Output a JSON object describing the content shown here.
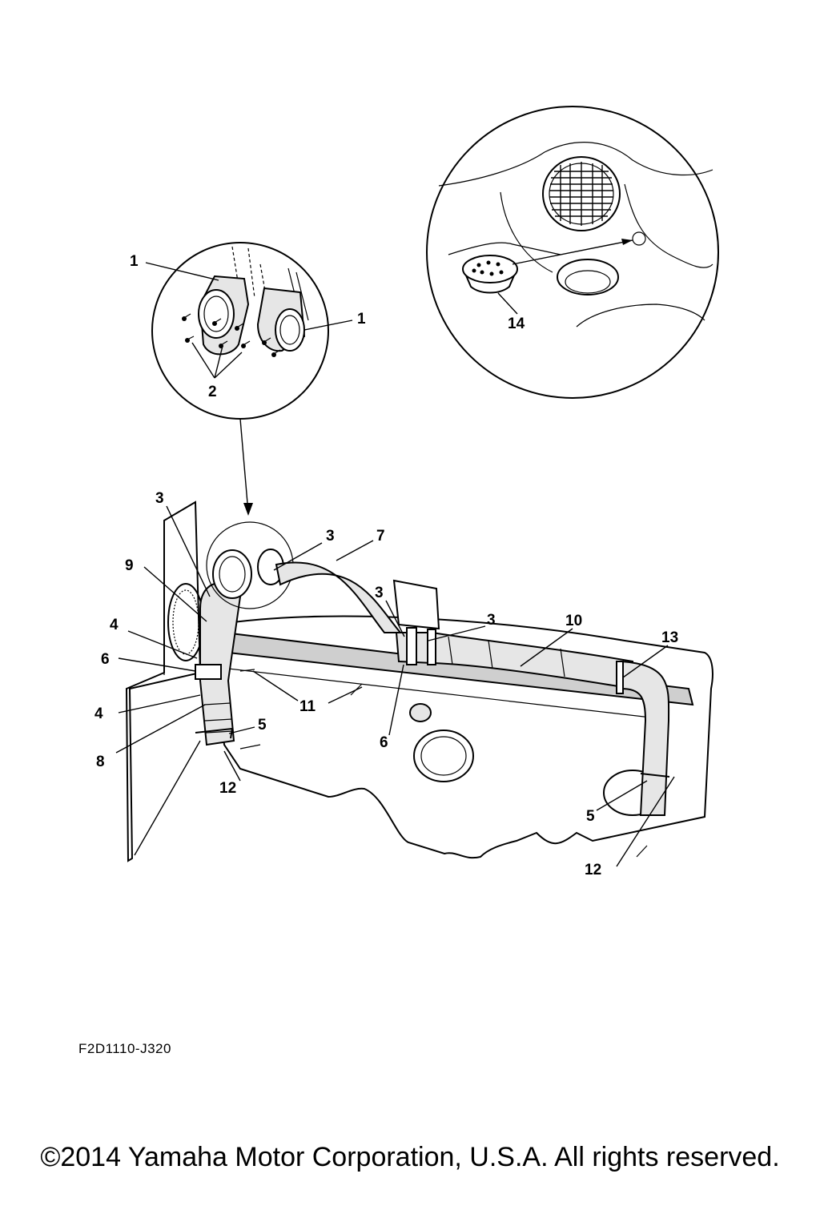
{
  "diagram": {
    "callouts": [
      "1",
      "1",
      "2",
      "3",
      "3",
      "7",
      "9",
      "3",
      "3",
      "10",
      "13",
      "4",
      "6",
      "11",
      "4",
      "5",
      "8",
      "6",
      "12",
      "5",
      "12",
      "14"
    ],
    "reference_code": "F2D1110-J320",
    "copyright": "©2014 Yamaha Motor Corporation, U.S.A. All rights reserved."
  }
}
